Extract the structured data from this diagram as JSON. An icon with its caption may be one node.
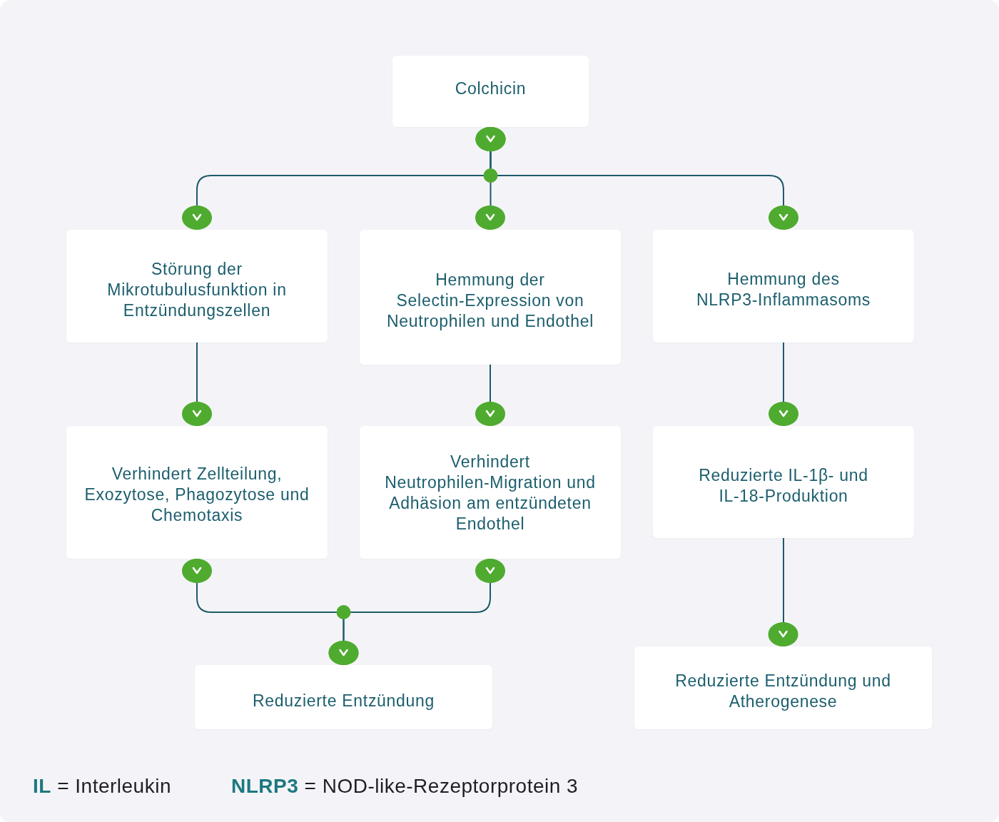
{
  "diagram": {
    "nodes": [
      {
        "text": [
          "Colchicin"
        ]
      },
      {
        "text": [
          "Störung der Mikrotubulusfunktion in Entzündungszellen"
        ]
      },
      {
        "text": [
          "Hemmung der Selectin-Expression von Neutrophilen und Endothel"
        ]
      },
      {
        "text": [
          "Hemmung des NLRP3-Inflammasoms"
        ]
      },
      {
        "text": [
          "Verhindert Zellteilung, Exozytose, Phagozytose und Chemotaxis"
        ]
      },
      {
        "text": [
          "Verhindert Neutrophilen-Migration und Adhäsion am entzündeten Endothel"
        ]
      },
      {
        "text": [
          "Reduzierte IL-1β- und IL-18-Produktion"
        ]
      },
      {
        "text": [
          "Reduzierte Entzündung"
        ]
      },
      {
        "text": [
          "Reduzierte Entzündung und Atherogenese"
        ]
      }
    ],
    "edges": [
      {
        "from": 0,
        "to": 1,
        "arrow": "to"
      },
      {
        "from": 0,
        "to": 2,
        "arrow": "to"
      },
      {
        "from": 0,
        "to": 3,
        "arrow": "to"
      },
      {
        "from": 1,
        "to": 4,
        "arrow": "to"
      },
      {
        "from": 2,
        "to": 5,
        "arrow": "to"
      },
      {
        "from": 3,
        "to": 6,
        "arrow": "to"
      },
      {
        "from": 4,
        "to": 7,
        "arrow": "to"
      },
      {
        "from": 5,
        "to": 7,
        "arrow": "to"
      },
      {
        "from": 6,
        "to": 8,
        "arrow": "to"
      }
    ],
    "labels": [
      "**IL** = Interleukin",
      "**NLRP3** = NOD-like-Rezeptorprotein 3"
    ]
  }
}
